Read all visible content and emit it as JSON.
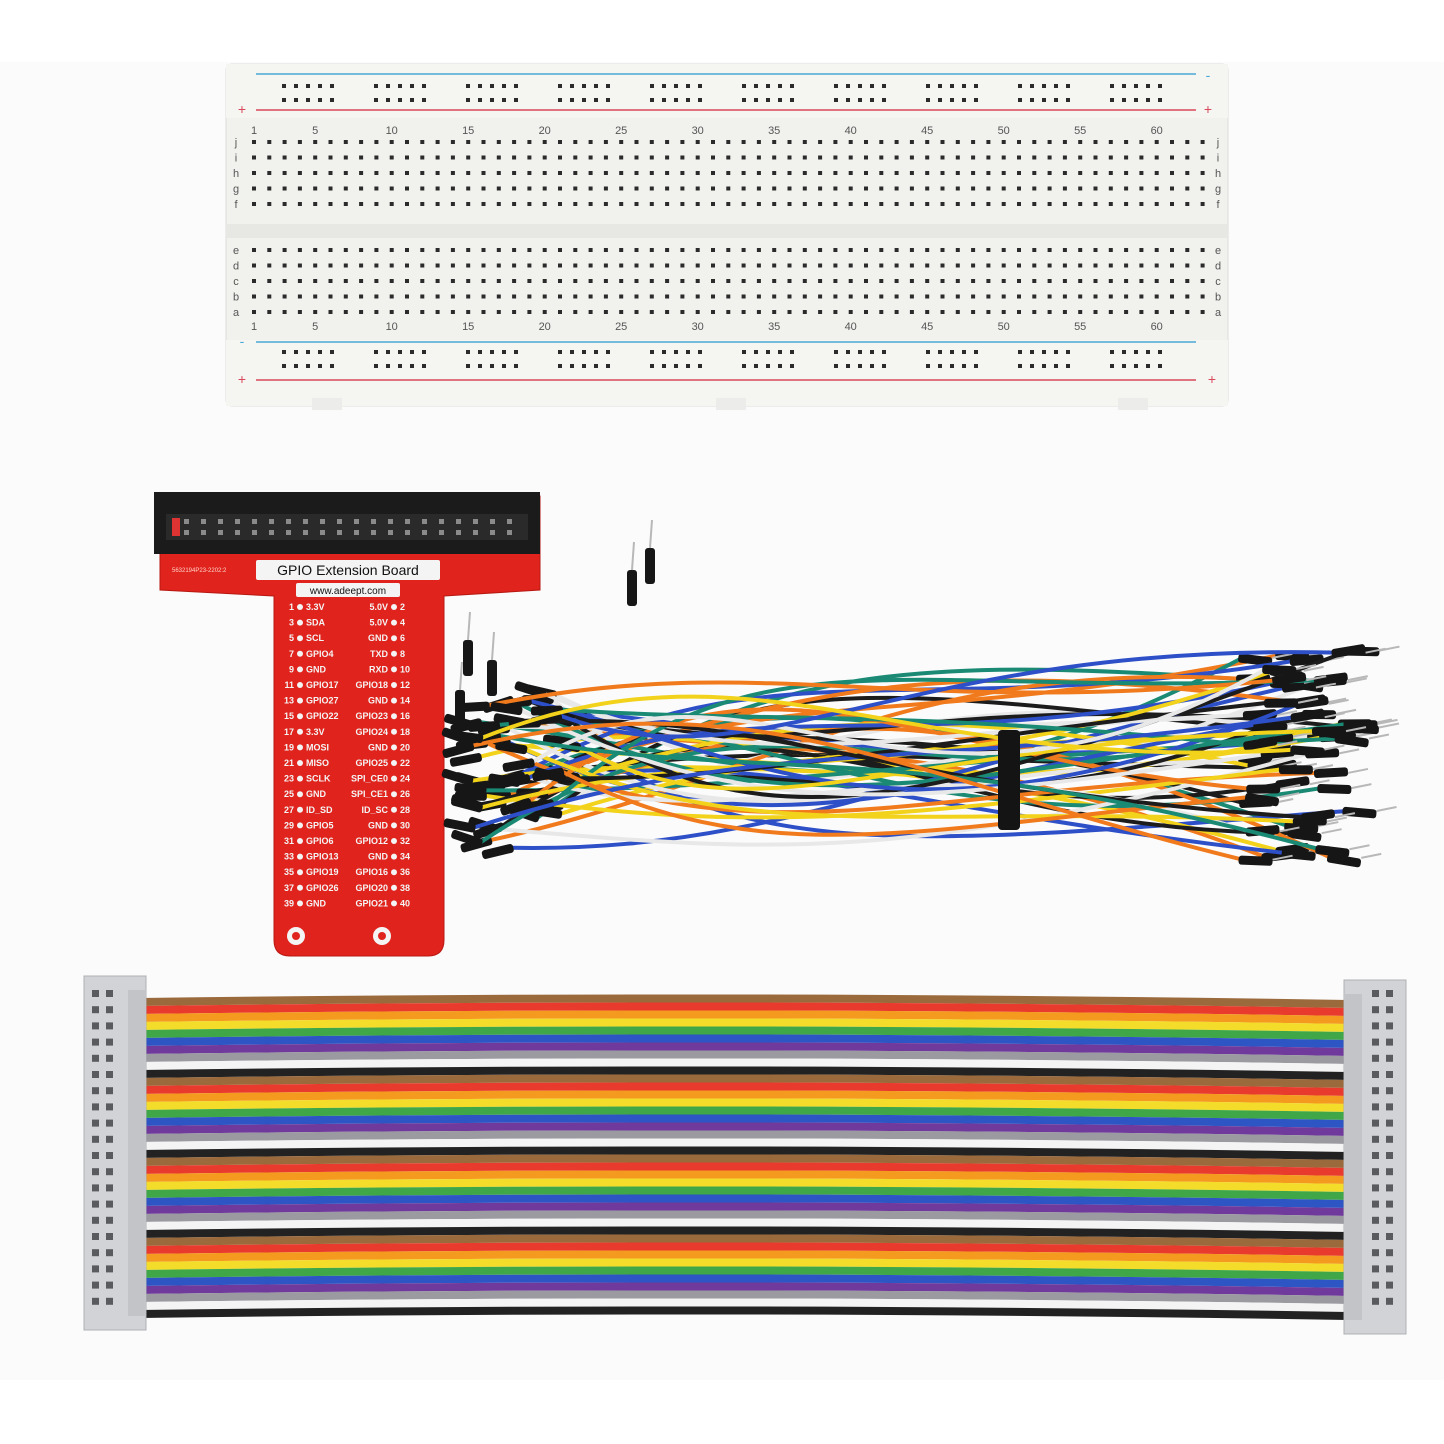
{
  "colors": {
    "background": "#ffffff",
    "breadboard": "#f3f3f1",
    "rail_red": "#d9485a",
    "rail_blue": "#4aa8d8",
    "pcb_red": "#e0231c",
    "header_black": "#1b1b1b",
    "ribbon_connector": "#d2d3d6"
  },
  "breadboard": {
    "column_numbers": [
      "1",
      "5",
      "10",
      "15",
      "20",
      "25",
      "30",
      "35",
      "40",
      "45",
      "50",
      "55",
      "60"
    ],
    "row_letters_top": [
      "j",
      "i",
      "h",
      "g",
      "f"
    ],
    "row_letters_bottom": [
      "e",
      "d",
      "c",
      "b",
      "a"
    ],
    "rail_plus": "+",
    "rail_minus": "-"
  },
  "gpio_board": {
    "title": "GPIO Extension Board",
    "url": "www.adeept.com",
    "code": "5632194P23-2202:2",
    "pins_left": [
      {
        "num": "1",
        "name": "3.3V"
      },
      {
        "num": "3",
        "name": "SDA"
      },
      {
        "num": "5",
        "name": "SCL"
      },
      {
        "num": "7",
        "name": "GPIO4"
      },
      {
        "num": "9",
        "name": "GND"
      },
      {
        "num": "11",
        "name": "GPIO17"
      },
      {
        "num": "13",
        "name": "GPIO27"
      },
      {
        "num": "15",
        "name": "GPIO22"
      },
      {
        "num": "17",
        "name": "3.3V"
      },
      {
        "num": "19",
        "name": "MOSI"
      },
      {
        "num": "21",
        "name": "MISO"
      },
      {
        "num": "23",
        "name": "SCLK"
      },
      {
        "num": "25",
        "name": "GND"
      },
      {
        "num": "27",
        "name": "ID_SD"
      },
      {
        "num": "29",
        "name": "GPIO5"
      },
      {
        "num": "31",
        "name": "GPIO6"
      },
      {
        "num": "33",
        "name": "GPIO13"
      },
      {
        "num": "35",
        "name": "GPIO19"
      },
      {
        "num": "37",
        "name": "GPIO26"
      },
      {
        "num": "39",
        "name": "GND"
      }
    ],
    "pins_right": [
      {
        "num": "2",
        "name": "5.0V"
      },
      {
        "num": "4",
        "name": "5.0V"
      },
      {
        "num": "6",
        "name": "GND"
      },
      {
        "num": "8",
        "name": "TXD"
      },
      {
        "num": "10",
        "name": "RXD"
      },
      {
        "num": "12",
        "name": "GPIO18"
      },
      {
        "num": "14",
        "name": "GND"
      },
      {
        "num": "16",
        "name": "GPIO23"
      },
      {
        "num": "18",
        "name": "GPIO24"
      },
      {
        "num": "20",
        "name": "GND"
      },
      {
        "num": "22",
        "name": "GPIO25"
      },
      {
        "num": "24",
        "name": "SPI_CE0"
      },
      {
        "num": "26",
        "name": "SPI_CE1"
      },
      {
        "num": "28",
        "name": "ID_SC"
      },
      {
        "num": "30",
        "name": "GND"
      },
      {
        "num": "32",
        "name": "GPIO12"
      },
      {
        "num": "34",
        "name": "GND"
      },
      {
        "num": "36",
        "name": "GPIO16"
      },
      {
        "num": "38",
        "name": "GPIO20"
      },
      {
        "num": "40",
        "name": "GPIO21"
      }
    ]
  },
  "jumper_wire_colors": [
    "#1c1c1c",
    "#ffffff",
    "#1a8a74",
    "#2d4fc7",
    "#f07a1c",
    "#f2d21a"
  ],
  "ribbon_stripe_colors": [
    "#9b6a3c",
    "#e83b2e",
    "#f39a1f",
    "#f3dc2a",
    "#3fa748",
    "#2e55c4",
    "#6f3a9c",
    "#9a9aa0",
    "#f4f4f4",
    "#222222"
  ]
}
